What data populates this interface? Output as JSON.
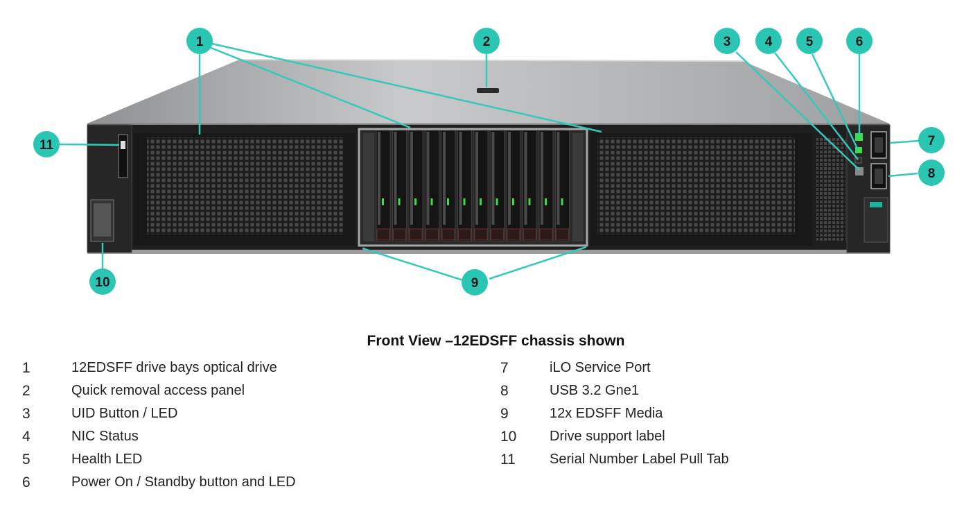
{
  "caption": "Front View –12EDSFF chassis shown",
  "callouts": [
    "1",
    "2",
    "3",
    "4",
    "5",
    "6",
    "7",
    "8",
    "9",
    "10",
    "11"
  ],
  "legend_left": [
    {
      "num": "1",
      "text": "12EDSFF drive bays optical drive"
    },
    {
      "num": "2",
      "text": "Quick removal access panel"
    },
    {
      "num": "3",
      "text": "UID Button / LED"
    },
    {
      "num": "4",
      "text": "NIC Status"
    },
    {
      "num": "5",
      "text": "Health LED"
    },
    {
      "num": "6",
      "text": "Power On / Standby button and LED"
    }
  ],
  "legend_right": [
    {
      "num": "7",
      "text": "iLO Service Port"
    },
    {
      "num": "8",
      "text": "USB 3.2 Gne1"
    },
    {
      "num": "9",
      "text": "12x EDSFF Media"
    },
    {
      "num": "10",
      "text": "Drive support label"
    },
    {
      "num": "11",
      "text": "Serial Number Label Pull Tab"
    }
  ],
  "colors": {
    "callout_fill": "#2bc5b4",
    "leader_line": "#34c9b9",
    "chassis_top": "#b9bbbd",
    "bezel": "#1b1b1b",
    "led_green": "#3ddc4a"
  }
}
